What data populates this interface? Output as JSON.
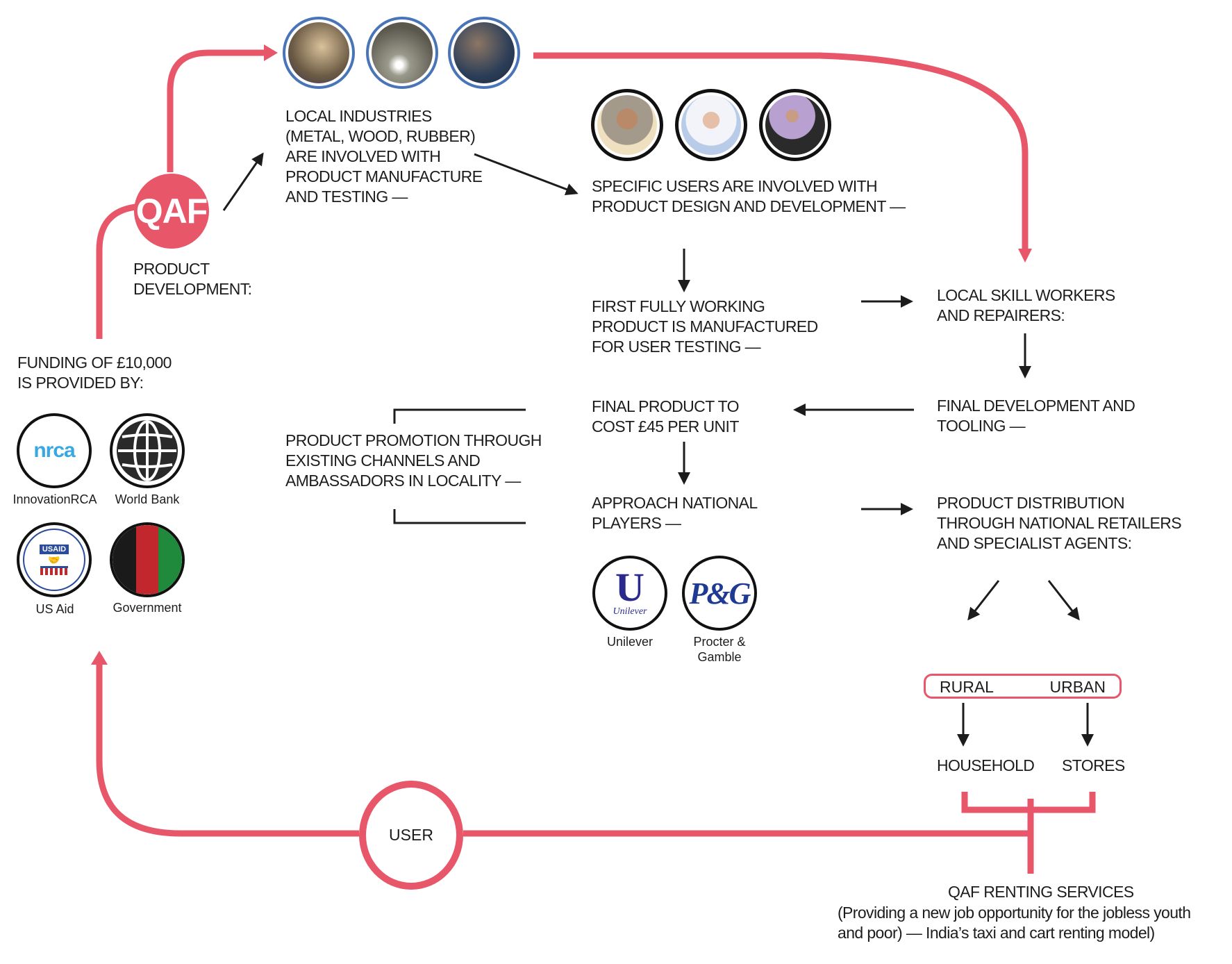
{
  "colors": {
    "accent": "#e8566a",
    "ink": "#1c1c1c",
    "photo_ring_industries": "#4a74b8"
  },
  "qaf": {
    "label": "QAF",
    "caption": "PRODUCT\nDEVELOPMENT:"
  },
  "funding": {
    "title": "FUNDING OF £10,000\nIS PROVIDED BY:",
    "providers": [
      {
        "name": "InnovationRCA",
        "logo_text": "nrca"
      },
      {
        "name": "World Bank",
        "logo_text": ""
      },
      {
        "name": "US Aid",
        "logo_text": "USAID"
      },
      {
        "name": "Government",
        "logo_text": ""
      }
    ]
  },
  "local_industries": {
    "text": "LOCAL INDUSTRIES\n(METAL, WOOD, RUBBER)\nARE INVOLVED WITH\nPRODUCT MANUFACTURE\nAND TESTING —",
    "photos": [
      "woodworker",
      "welder",
      "metalworker"
    ]
  },
  "specific_users": {
    "text": "SPECIFIC USERS ARE INVOLVED WITH\nPRODUCT DESIGN AND DEVELOPMENT —",
    "photos": [
      "man",
      "girl",
      "woman"
    ]
  },
  "first_product": {
    "text": "FIRST FULLY WORKING\nPRODUCT IS MANUFACTURED\nFOR USER TESTING —"
  },
  "local_skill": {
    "text": "LOCAL SKILL WORKERS\nAND REPAIRERS:"
  },
  "final_dev": {
    "text": "FINAL DEVELOPMENT AND\nTOOLING —"
  },
  "final_product": {
    "text": "FINAL PRODUCT TO\nCOST £45 PER UNIT"
  },
  "promotion": {
    "text": "PRODUCT PROMOTION THROUGH\nEXISTING CHANNELS AND\nAMBASSADORS IN LOCALITY —"
  },
  "approach": {
    "text": "APPROACH NATIONAL\nPLAYERS —",
    "players": [
      {
        "name": "Unilever",
        "logo_text": "Unilever"
      },
      {
        "name": "Procter &\nGamble",
        "logo_text": "P&G"
      }
    ]
  },
  "distribution": {
    "text": "PRODUCT DISTRIBUTION\nTHROUGH NATIONAL RETAILERS\nAND SPECIALIST AGENTS:",
    "segments": [
      "RURAL",
      "URBAN"
    ],
    "targets": [
      "HOUSEHOLD",
      "STORES"
    ]
  },
  "user": {
    "label": "USER"
  },
  "renting": {
    "title": "QAF RENTING SERVICES",
    "desc": "(Providing a new job opportunity for the jobless youth\nand poor) — India’s taxi and cart renting model)"
  }
}
